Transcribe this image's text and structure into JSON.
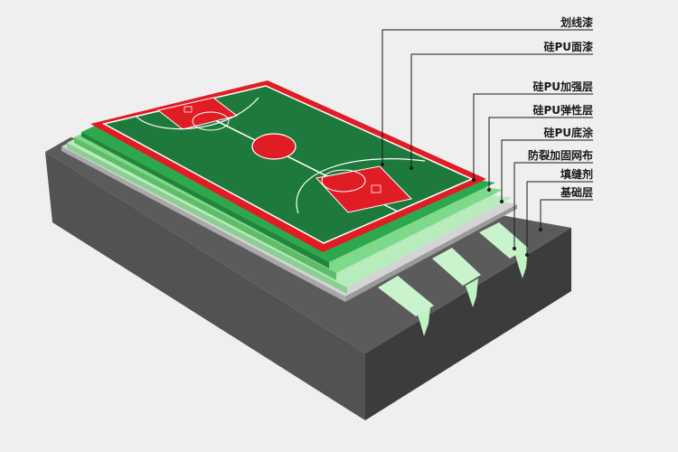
{
  "labels": {
    "line_paint": "划线漆",
    "pu_topcoat": "硅PU面漆",
    "pu_reinforce": "硅PU加强层",
    "pu_elastic": "硅PU弹性层",
    "pu_primer": "硅PU底涂",
    "crack_mesh": "防裂加固网布",
    "joint_filler": "填缝剂",
    "base": "基础层"
  },
  "colors": {
    "court_green": "#1e7a3c",
    "court_red": "#e01c24",
    "line_white": "#ffffff",
    "reinforce_green": "#2ea84f",
    "elastic_green": "#7fd98a",
    "primer_green": "#b8ecbc",
    "mesh_gray": "#d2d2d2",
    "base_top": "#5b5b5b",
    "base_front": "#545454",
    "base_side": "#3e3e3e",
    "filler_green": "#bff3c2"
  }
}
